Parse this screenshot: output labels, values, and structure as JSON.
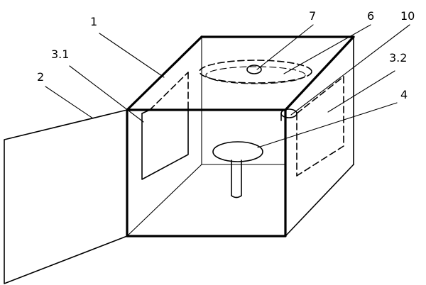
{
  "labels": {
    "box": "1",
    "door": "2",
    "left_window": "3.1",
    "right_window": "3.2",
    "central_disc": "4",
    "top_ring": "6",
    "top_knob": "7",
    "corner_post": "10"
  },
  "colors": {
    "line": "#000000",
    "background": "#ffffff"
  }
}
